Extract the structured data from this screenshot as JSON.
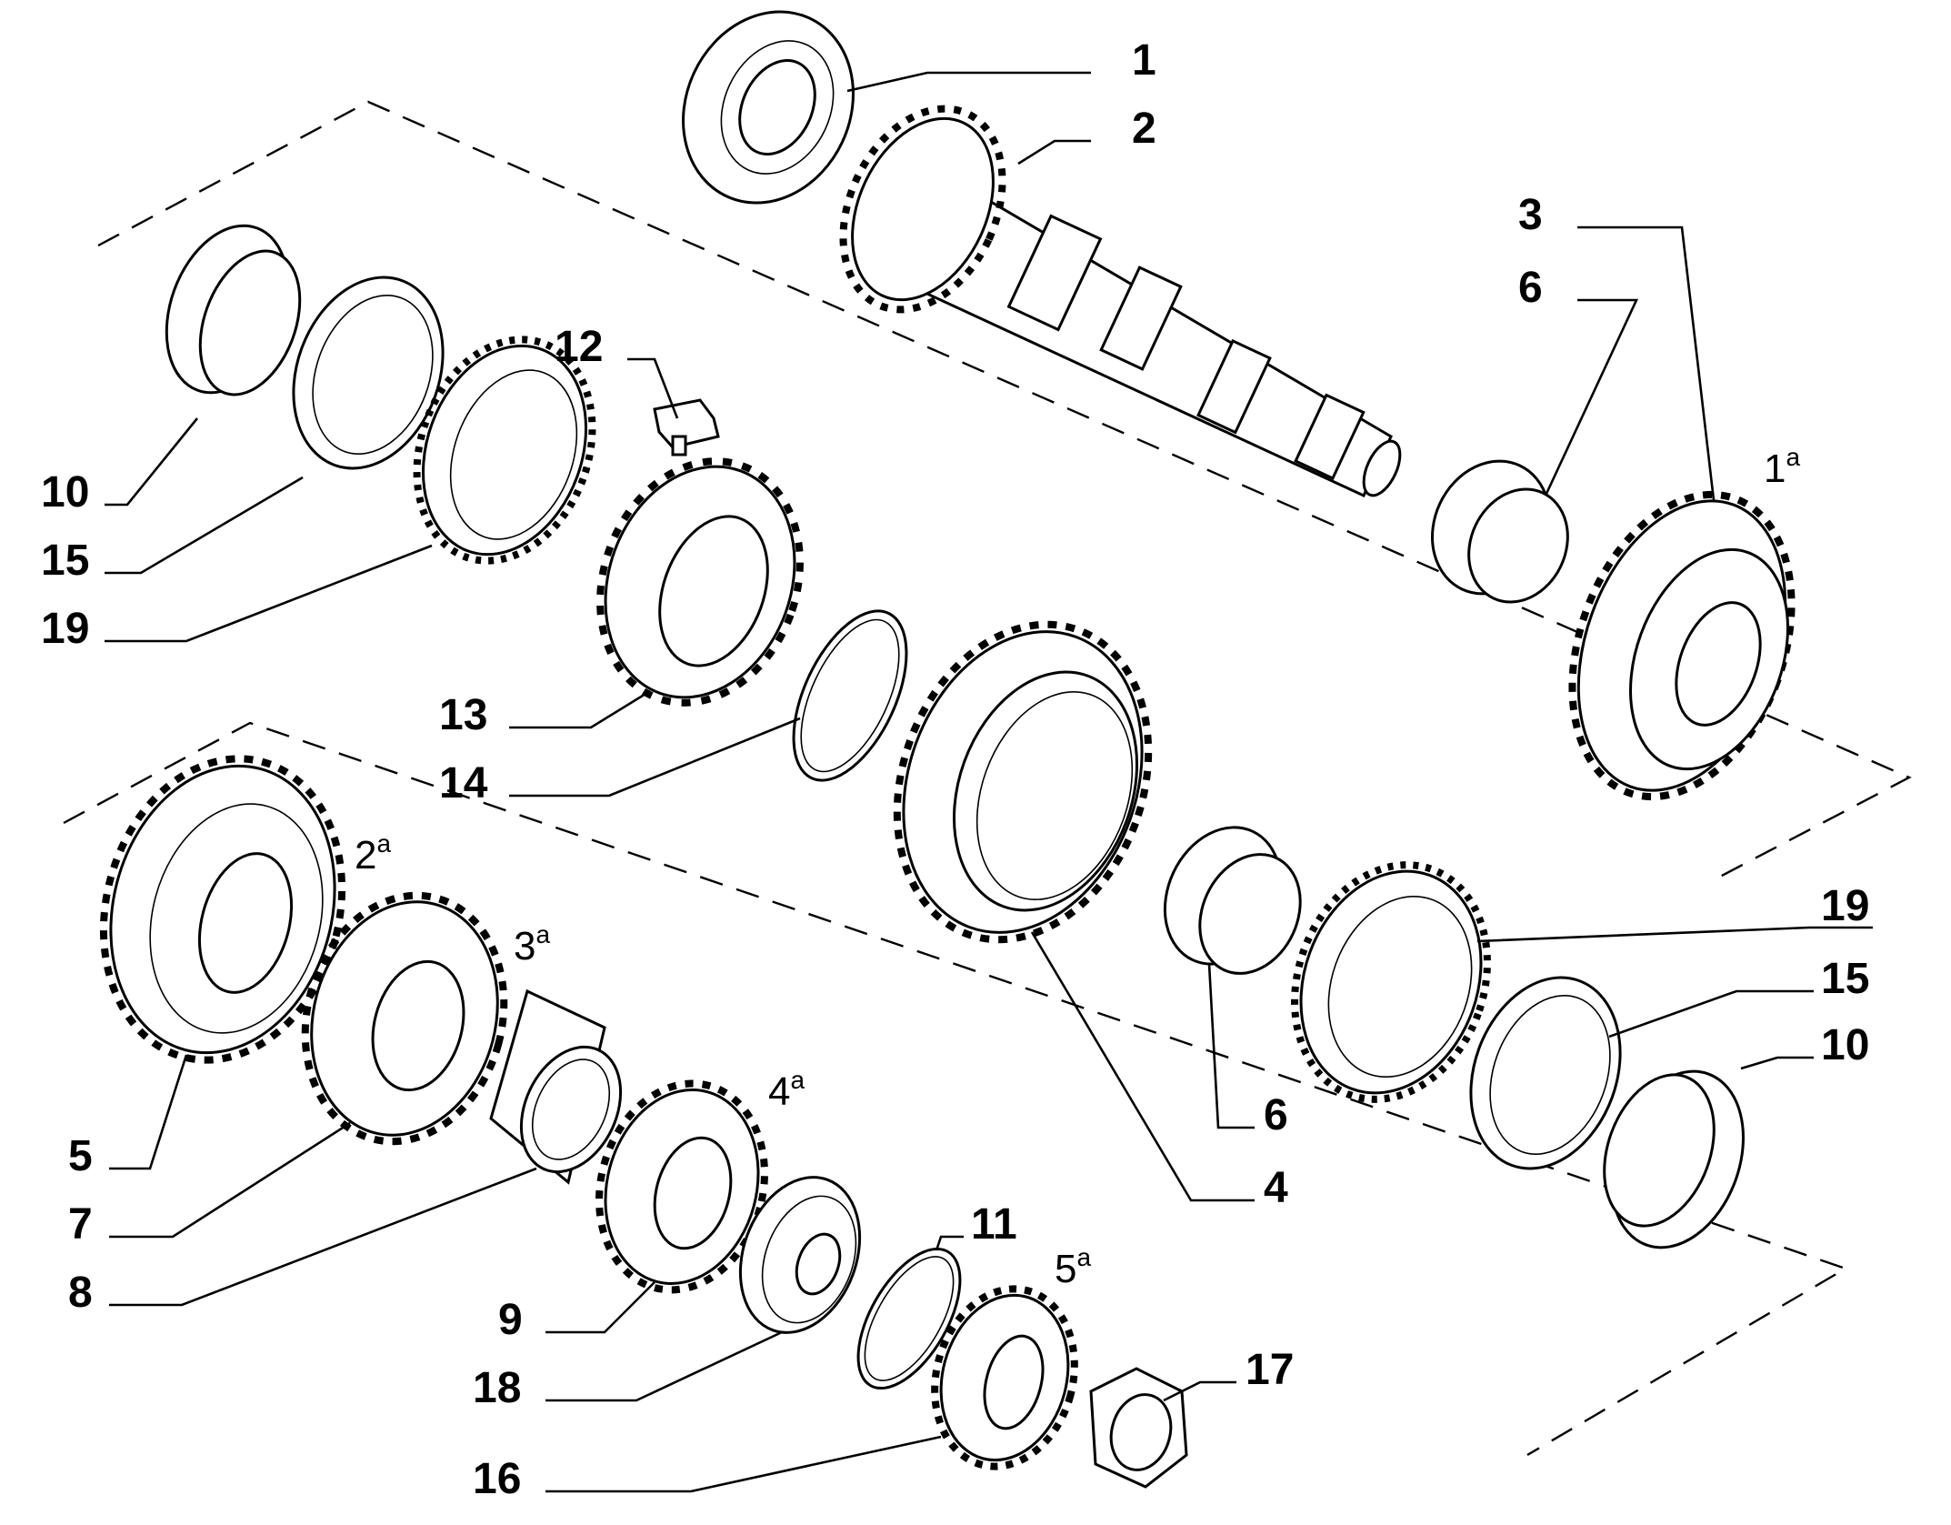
{
  "callouts": [
    {
      "id": "c1",
      "text": "1"
    },
    {
      "id": "c2",
      "text": "2"
    },
    {
      "id": "c3",
      "text": "3"
    },
    {
      "id": "c6a",
      "text": "6"
    },
    {
      "id": "c12",
      "text": "12"
    },
    {
      "id": "c10a",
      "text": "10"
    },
    {
      "id": "c15a",
      "text": "15"
    },
    {
      "id": "c19a",
      "text": "19"
    },
    {
      "id": "c13",
      "text": "13"
    },
    {
      "id": "c14",
      "text": "14"
    },
    {
      "id": "c19b",
      "text": "19"
    },
    {
      "id": "c15b",
      "text": "15"
    },
    {
      "id": "c10b",
      "text": "10"
    },
    {
      "id": "c6b",
      "text": "6"
    },
    {
      "id": "c4",
      "text": "4"
    },
    {
      "id": "c5",
      "text": "5"
    },
    {
      "id": "c7",
      "text": "7"
    },
    {
      "id": "c8",
      "text": "8"
    },
    {
      "id": "c9",
      "text": "9"
    },
    {
      "id": "c11",
      "text": "11"
    },
    {
      "id": "c18",
      "text": "18"
    },
    {
      "id": "c17",
      "text": "17"
    },
    {
      "id": "c16",
      "text": "16"
    }
  ],
  "gear_labels": [
    {
      "id": "g1",
      "num": "1",
      "sup": "a"
    },
    {
      "id": "g2",
      "num": "2",
      "sup": "a"
    },
    {
      "id": "g3",
      "num": "3",
      "sup": "a"
    },
    {
      "id": "g4",
      "num": "4",
      "sup": "a"
    },
    {
      "id": "g5",
      "num": "5",
      "sup": "a"
    }
  ]
}
